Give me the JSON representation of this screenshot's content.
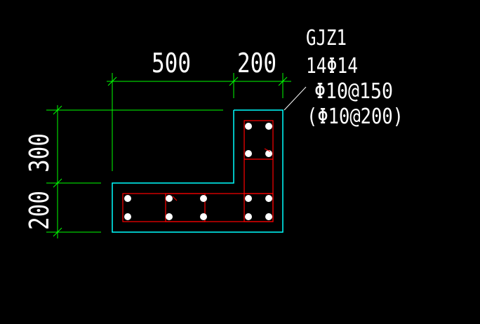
{
  "colors": {
    "background": "#000000",
    "dimension_lines": "#00ff00",
    "outline": "#00ffff",
    "stirrups": "#ff0000",
    "text": "#ffffff",
    "rebar": "#ffffff",
    "leader": "#ffffff"
  },
  "labels": {
    "column_id": "GJZ1",
    "longitudinal_rebar": "14Φ14",
    "stirrup_spec": "Φ10@150",
    "stirrup_spec_alt": "(Φ10@200)"
  },
  "dimensions": {
    "top_left": "500",
    "top_right": "200",
    "left_upper": "300",
    "left_lower": "200"
  }
}
